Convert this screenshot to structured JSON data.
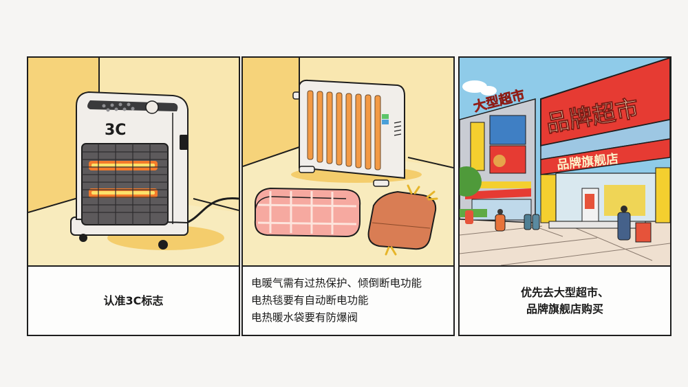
{
  "panels": [
    {
      "id": "certification",
      "illustration": {
        "subject": "space-heater",
        "label": "3C",
        "colors": {
          "wall": "#f6d37a",
          "wall_light": "#f9e7b0",
          "floor": "#f8ebbd",
          "heater_body": "#f1eeea",
          "glow": "#f47a2a"
        }
      },
      "caption_lines": [
        "认准3C标志"
      ]
    },
    {
      "id": "safety-features",
      "illustration": {
        "subject": "oil-radiator-electric-blanket-hot-water-bag",
        "colors": {
          "wall": "#f6d37a",
          "floor": "#f8ebbd",
          "fins": "#f39a45",
          "blanket": "#f6a9a0",
          "water_bag": "#d97d54"
        }
      },
      "caption_lines": [
        "电暖气需有过热保护、倾倒断电功能",
        "电热毯要有自动断电功能",
        "电热暖水袋要有防爆阀"
      ]
    },
    {
      "id": "where-to-buy",
      "illustration": {
        "subject": "supermarket-storefront",
        "signs": {
          "rooftop": "大型超市",
          "main": "品牌超市",
          "sub": "品牌旗舰店"
        },
        "colors": {
          "sky": "#8fcbe9",
          "sign_red": "#e63b33",
          "sign_text": "#fbf1c9",
          "pillar_yellow": "#f4cf2f",
          "pavement": "#efe0d0"
        }
      },
      "caption_lines": [
        "优先去大型超市、",
        "品牌旗舰店购买"
      ]
    }
  ]
}
